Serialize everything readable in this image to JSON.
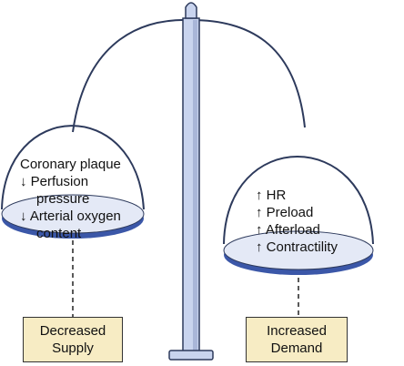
{
  "colors": {
    "pole_fill": "#c9d4ee",
    "pole_stroke": "#2d3a5c",
    "pan_ellipse": "#e4e9f6",
    "pan_rim": "#3b57a8",
    "box_fill": "#f7ecc4"
  },
  "left_pan": {
    "lines": [
      "Coronary plaque",
      "↓ Perfusion",
      "pressure",
      "↓ Arterial oxygen",
      "content"
    ]
  },
  "right_pan": {
    "lines": [
      "↑ HR",
      "↑ Preload",
      "↑ Afterload",
      "↑ Contractility"
    ]
  },
  "left_box": {
    "lines": [
      "Decreased",
      "Supply"
    ]
  },
  "right_box": {
    "lines": [
      "Increased",
      "Demand"
    ]
  }
}
